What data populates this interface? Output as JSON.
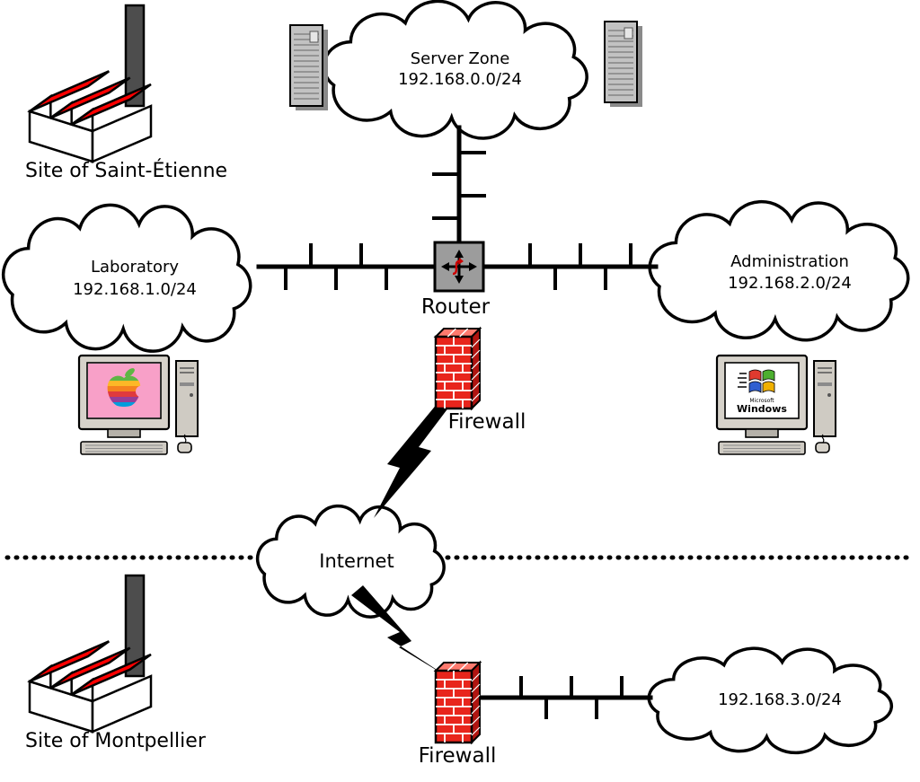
{
  "sites": {
    "saint_etienne": {
      "label": "Site of Saint-Étienne"
    },
    "montpellier": {
      "label": "Site of Montpellier"
    }
  },
  "networks": {
    "server_zone": {
      "name": "Server Zone",
      "subnet": "192.168.0.0/24"
    },
    "laboratory": {
      "name": "Laboratory",
      "subnet": "192.168.1.0/24"
    },
    "administration": {
      "name": "Administration",
      "subnet": "192.168.2.0/24"
    },
    "internet": {
      "name": "Internet"
    },
    "montpellier_lan": {
      "subnet": "192.168.3.0/24"
    }
  },
  "devices": {
    "router": {
      "label": "Router"
    },
    "firewall_main": {
      "label": "Firewall"
    },
    "firewall_montpellier": {
      "label": "Firewall"
    }
  },
  "screens": {
    "windows_brand_small": "Microsoft",
    "windows_brand_large": "Windows"
  },
  "colors": {
    "factory_red": "#ff0000",
    "chimney_gray": "#4d4d4d",
    "router_gray": "#9c9c9c",
    "firewall_front": "#e8251c",
    "firewall_top": "#ff7a6e",
    "firewall_side": "#b01410",
    "mac_screen_pink": "#f8a0c8",
    "apple_stripes": [
      "#5fb645",
      "#fdb827",
      "#f5821f",
      "#e03a3e",
      "#963d97",
      "#009ddc"
    ],
    "windows_flag": [
      "#e03a2f",
      "#4caf2f",
      "#2f5fd0",
      "#f0b000"
    ]
  }
}
